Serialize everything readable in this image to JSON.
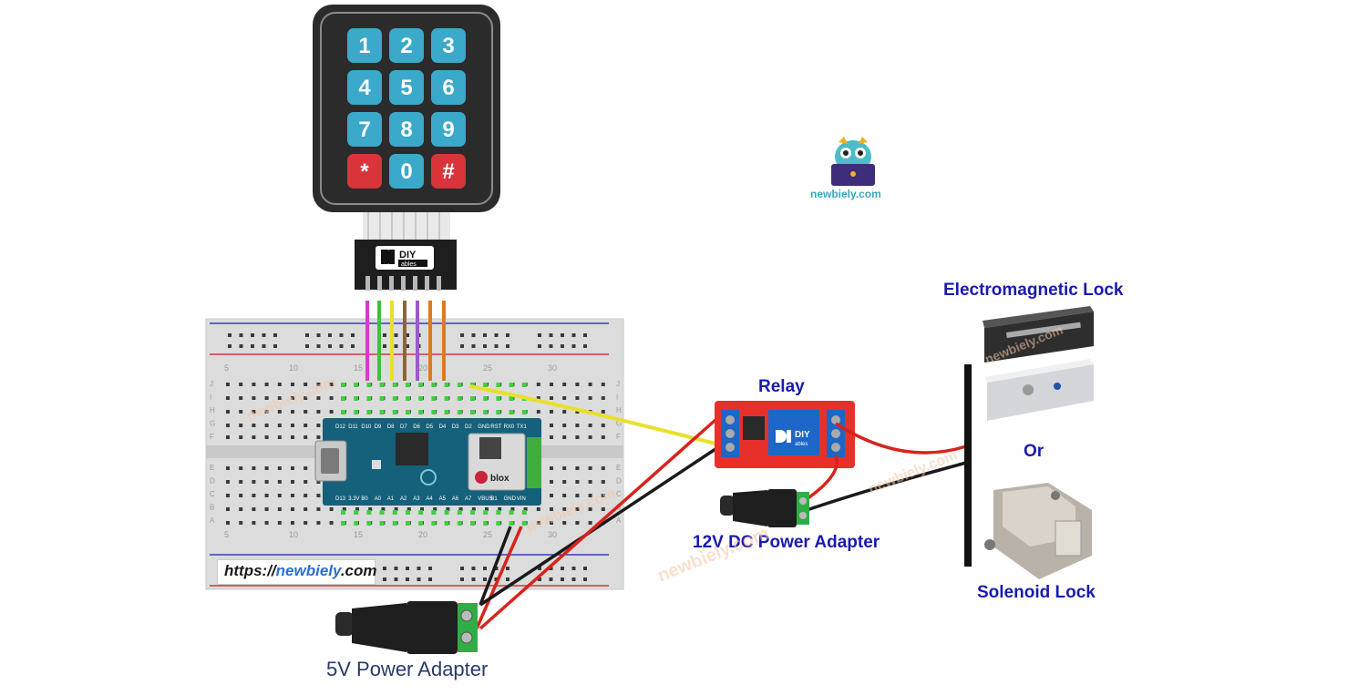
{
  "keypad": {
    "keys": [
      "1",
      "2",
      "3",
      "4",
      "5",
      "6",
      "7",
      "8",
      "9",
      "*",
      "0",
      "#"
    ],
    "key_colors": {
      "normal": "#3ba9c9",
      "special": "#d9343a"
    }
  },
  "logos": {
    "diy_top": "DIY",
    "diy_bottom": "ables",
    "owl_site": "newbiely.com"
  },
  "labels": {
    "relay": "Relay",
    "electromagnetic_lock": "Electromagnetic Lock",
    "or": "Or",
    "solenoid_lock": "Solenoid Lock",
    "adapter_12v": "12V DC Power Adapter",
    "adapter_5v": "5V Power Adapter",
    "url_prefix": "https://",
    "url_site": "newbiely",
    "url_suffix": ".com"
  },
  "board": {
    "top_pins": [
      "D12",
      "D11",
      "D10",
      "D9",
      "D8",
      "D7",
      "D6",
      "D5",
      "D4",
      "D3",
      "D2",
      "GND",
      "RST",
      "RX0",
      "TX1"
    ],
    "bottom_pins": [
      "D13",
      "3.3V",
      "B0",
      "A0",
      "A1",
      "A2",
      "A3",
      "A4",
      "A5",
      "A6",
      "A7",
      "VBUS",
      "B1",
      "GND",
      "VIN"
    ],
    "module_brand": "blox"
  },
  "breadboard": {
    "column_numbers": [
      "5",
      "10",
      "15",
      "20",
      "25",
      "30"
    ],
    "row_letters_top": [
      "J",
      "I",
      "H",
      "G",
      "F"
    ],
    "row_letters_bottom": [
      "E",
      "D",
      "C",
      "B",
      "A"
    ]
  },
  "watermark": "newbiely.com",
  "colors": {
    "wire_magenta": "#d63cc9",
    "wire_green": "#3fbf3f",
    "wire_yellow": "#e8e02a",
    "wire_brown": "#8a6a2a",
    "wire_purple": "#9a5ac8",
    "wire_orange": "#e07a1a",
    "wire_red": "#d8231c",
    "wire_black": "#1a1a1a",
    "label_blue": "#1a1ab0"
  }
}
